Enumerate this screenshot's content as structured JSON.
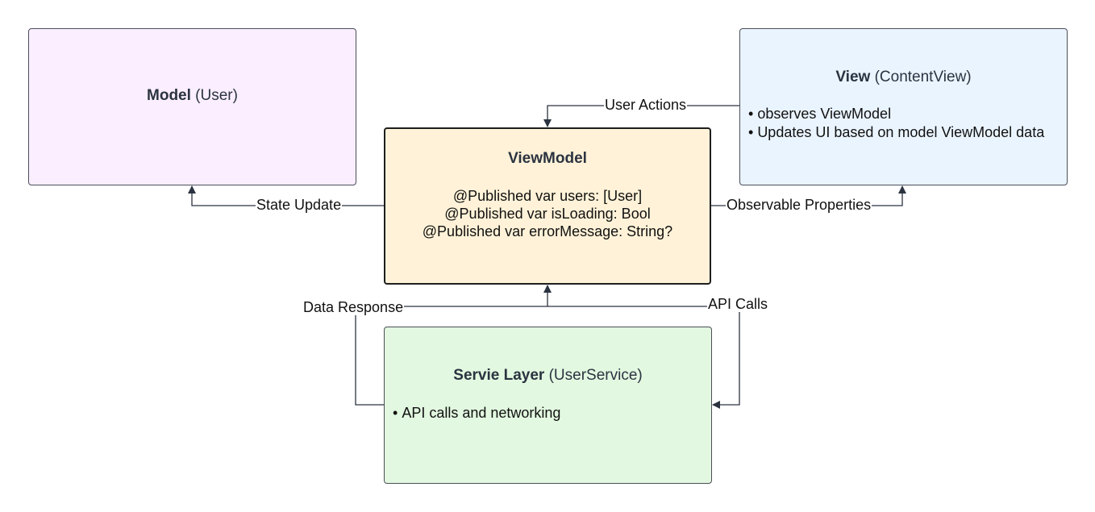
{
  "nodes": {
    "model": {
      "title_bold": "Model",
      "title_rest": " (User)"
    },
    "view": {
      "title_bold": "View",
      "title_rest": " (ContentView)",
      "items": [
        "observes ViewModel",
        "Updates UI based on model ViewModel data"
      ]
    },
    "viewmodel": {
      "title_bold": "ViewModel",
      "properties": [
        "@Published var users: [User]",
        "@Published var isLoading: Bool",
        "@Published var errorMessage: String?"
      ]
    },
    "service": {
      "title_bold": "Servie Layer",
      "title_rest": " (UserService)",
      "items": [
        "API calls and networking"
      ]
    }
  },
  "edges": {
    "user_actions": "User Actions",
    "state_update": "State Update",
    "observable_properties": "Observable Properties",
    "data_response": "Data Response",
    "api_calls": "API Calls"
  },
  "colors": {
    "model_fill": "#faeeff",
    "view_fill": "#eaf4ff",
    "viewmodel_fill": "#fff2d8",
    "service_fill": "#e2f8e0",
    "line": "#2b3340"
  }
}
